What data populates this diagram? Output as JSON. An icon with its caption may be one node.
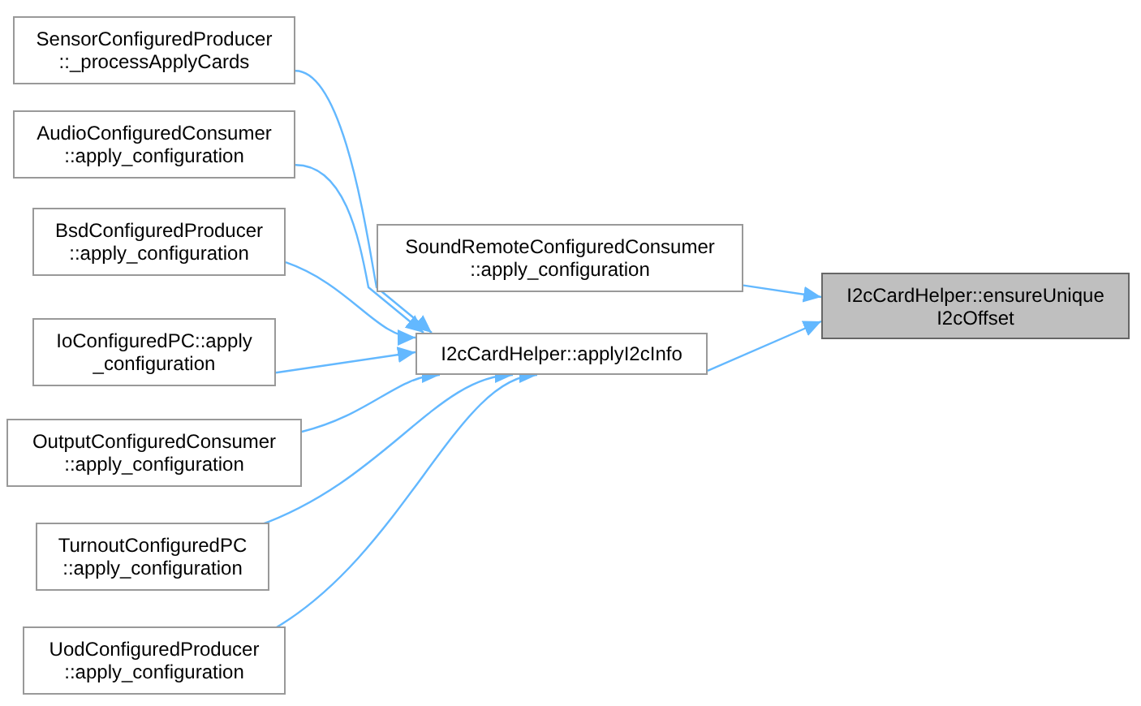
{
  "diagram": {
    "nodes": [
      {
        "text": [
          "SensorConfiguredProducer ::_processApplyCards"
        ]
      },
      {
        "text": [
          "AudioConfiguredConsumer ::apply_configuration"
        ]
      },
      {
        "text": [
          "BsdConfiguredProducer ::apply_configuration"
        ]
      },
      {
        "text": [
          "IoConfiguredPC::apply _configuration"
        ]
      },
      {
        "text": [
          "OutputConfiguredConsumer ::apply_configuration"
        ]
      },
      {
        "text": [
          "TurnoutConfiguredPC ::apply_configuration"
        ]
      },
      {
        "text": [
          "UodConfiguredProducer ::apply_configuration"
        ]
      },
      {
        "text": [
          "SoundRemoteConfiguredConsumer ::apply_configuration"
        ]
      },
      {
        "text": [
          "I2cCardHelper::applyI2cInfo"
        ]
      },
      {
        "text": [
          "I2cCardHelper::ensureUnique I2cOffset"
        ]
      }
    ],
    "edges": [
      {
        "from": 0,
        "to": 8,
        "arrow": "to"
      },
      {
        "from": 1,
        "to": 8,
        "arrow": "to"
      },
      {
        "from": 2,
        "to": 8,
        "arrow": "to"
      },
      {
        "from": 3,
        "to": 8,
        "arrow": "to"
      },
      {
        "from": 4,
        "to": 8,
        "arrow": "to"
      },
      {
        "from": 5,
        "to": 8,
        "arrow": "to"
      },
      {
        "from": 6,
        "to": 8,
        "arrow": "to"
      },
      {
        "from": 7,
        "to": 9,
        "arrow": "to"
      },
      {
        "from": 8,
        "to": 9,
        "arrow": "to"
      }
    ]
  }
}
